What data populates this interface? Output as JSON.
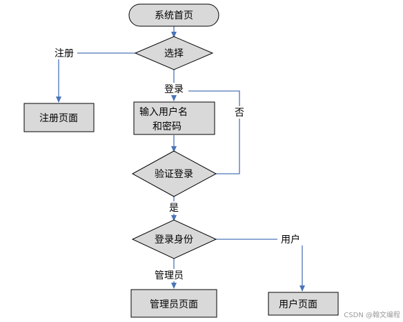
{
  "diagram": {
    "start": "系统首页",
    "choose": "选择",
    "register_branch": "注册",
    "register_page": "注册页面",
    "login_branch": "登录",
    "input_line1": "输入用户名",
    "input_line2": "和密码",
    "verify": "验证登录",
    "no_branch": "否",
    "yes_branch": "是",
    "identity": "登录身份",
    "admin_branch": "管理员",
    "admin_page": "管理员页面",
    "user_branch": "用户",
    "user_page": "用户页面"
  },
  "watermark": "CSDN @翰文编程",
  "colors": {
    "node_fill": "#d9d9d9",
    "connector": "#4a74b8",
    "text": "#000000"
  }
}
